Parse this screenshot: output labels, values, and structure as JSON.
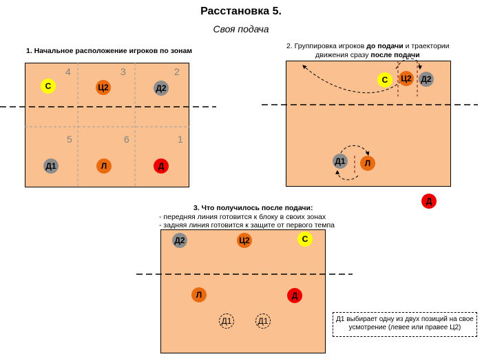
{
  "title": "Расстановка 5.",
  "subtitle": "Своя подача",
  "section1": {
    "caption": "1. Начальное расположение игроков по зонам",
    "zones": [
      "4",
      "3",
      "2",
      "5",
      "6",
      "1"
    ],
    "players": {
      "s": "С",
      "c2": "Ц2",
      "d2": "Д2",
      "d1": "Д1",
      "l": "Л",
      "d": "Д"
    }
  },
  "section2": {
    "caption_prefix": "2. Группировка игроков ",
    "caption_bold1": "до подачи",
    "caption_mid": " и траектории",
    "caption_line2": "движения сразу ",
    "caption_bold2": "после подачи",
    "players": {
      "s": "С",
      "c2": "Ц2",
      "d2": "Д2",
      "d1": "Д1",
      "l": "Л",
      "d": "Д"
    }
  },
  "section3": {
    "caption": "3. Что получилось после подачи:",
    "line1": "- передняя линия готовится к блоку в своих зонах",
    "line2": "- задняя линия готовится к защите от первого темпа",
    "players": {
      "d2": "Д2",
      "c2": "Ц2",
      "s": "С",
      "l": "Л",
      "d": "Д",
      "d1_left": "Д1",
      "d1_right": "Д1"
    }
  },
  "note": "Д1 выбирает одну из двух позиций на свое усмотрение (левее или правее Ц2)",
  "colors": {
    "court": "#fac090",
    "setter": "#ffff00",
    "middle_and_libero": "#ea6a10",
    "diagonal_pair": "#8c8c8c",
    "opposite": "#ee0000"
  }
}
